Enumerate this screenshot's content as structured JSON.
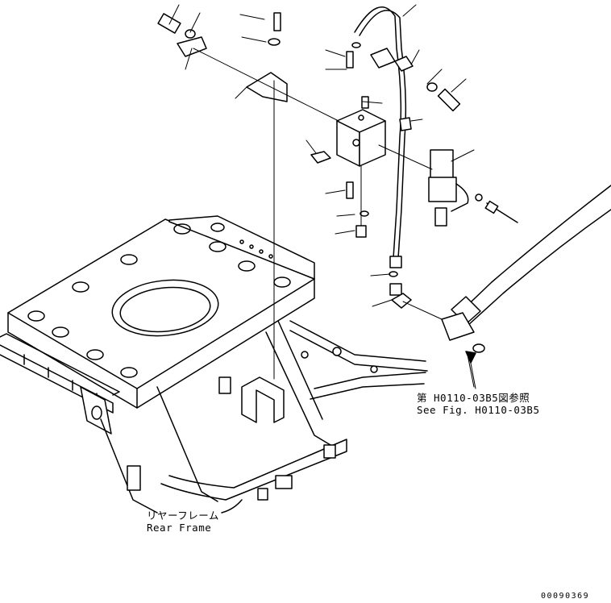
{
  "annotations": {
    "see_figure_ja": "第 H0110-03B5図参照",
    "see_figure_en": "See Fig. H0110-03B5",
    "rear_frame_ja": "リヤーフレーム",
    "rear_frame_en": "Rear Frame"
  },
  "drawing_number": "00090369"
}
